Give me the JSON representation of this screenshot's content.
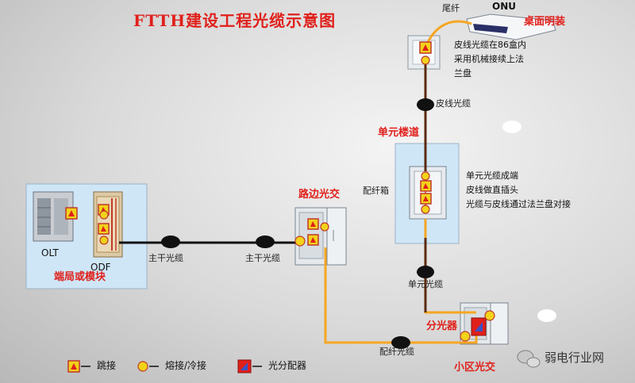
{
  "title": "FTTH建设工程光缆示意图",
  "labels": {
    "onu": "ONU",
    "tail_fiber": "尾纤",
    "desktop_install": "桌面明装",
    "box_note_1": "皮线光缆在86盒内",
    "box_note_2": "采用机械接续上法",
    "box_note_3": "兰盘",
    "drop_cable": "皮线光缆",
    "unit_corridor": "单元楼道",
    "dist_box": "配纤箱",
    "corridor_note_1": "单元光缆成端",
    "corridor_note_2": "皮线做直插头",
    "corridor_note_3": "光缆与皮线通过法兰盘对接",
    "roadside": "路边光交",
    "olt": "OLT",
    "odf": "ODF",
    "office": "端局或模块",
    "trunk_1": "主干光缆",
    "trunk_2": "主干光缆",
    "unit_cable": "单元光缆",
    "splitter": "分光器",
    "dist_cable": "配纤光缆",
    "community": "小区光交"
  },
  "legend": {
    "jumper": "跳接",
    "fusion": "熔接/冷接",
    "splitter_item": "光分配器"
  },
  "watermark": "弱电行业网",
  "colors": {
    "accent_red": "#e0201b",
    "fiber_orange": "#f5a623",
    "cable_black": "#111111",
    "marker_yellow": "#f2d21a",
    "panel_blue": "#cfe6f7"
  }
}
